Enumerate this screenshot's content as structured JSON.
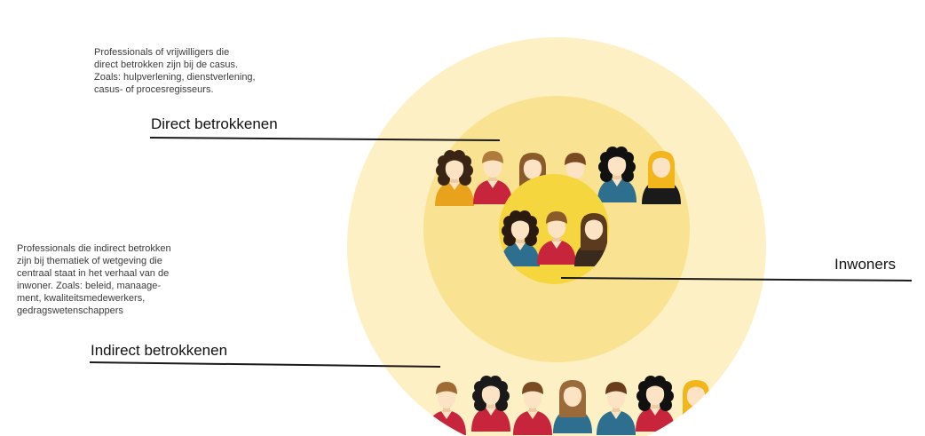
{
  "groups": {
    "direct": {
      "description": "Professionals of vrijwilligers die\ndirect betrokken zijn bij de casus.\nZoals: hulpverlening, dienstverlening,\ncasus- of procesregisseurs.",
      "title": "Direct betrokkenen"
    },
    "indirect": {
      "description": "Professionals die indirect betrokken\nzijn bij thematiek of wetgeving die\ncentraal staat in het verhaal van de\ninwoner. Zoals: beleid, manaage-\nment, kwaliteitsmedewerkers,\ngedragswetenschappers",
      "title": "Indirect betrokkenen"
    },
    "inwoners": {
      "title": "Inwoners"
    }
  },
  "colors": {
    "outer_ring": "#FDF0C4",
    "middle_ring": "#F9E392",
    "inner_ring": "#F6D63E",
    "leader_line": "#1a1a1a"
  }
}
